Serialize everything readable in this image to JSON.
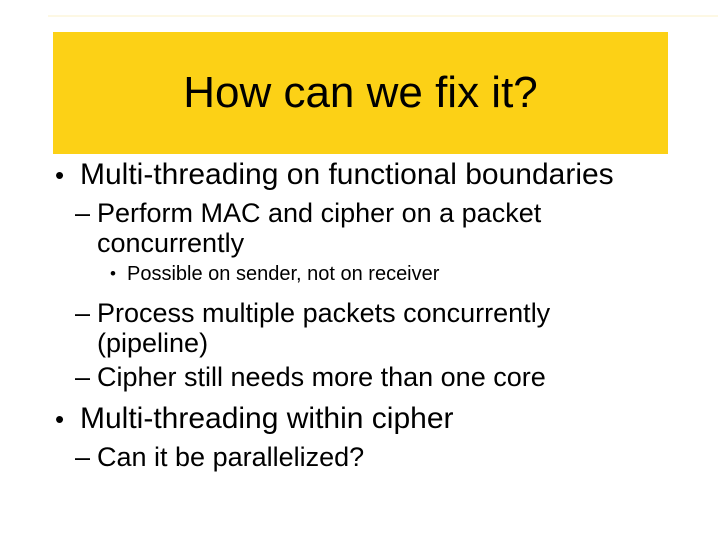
{
  "colors": {
    "background": "#ffffff",
    "banner_bg": "#fcd116",
    "text": "#000000"
  },
  "slide": {
    "title": "How can we fix it?",
    "bullets": [
      {
        "marker": "•",
        "text": "Multi-threading on functional boundaries"
      },
      {
        "marker": "–",
        "text": "Perform MAC and cipher on a packet concurrently"
      },
      {
        "marker": "•",
        "text": "Possible on sender, not on receiver"
      },
      {
        "marker": "–",
        "text": "Process multiple packets concurrently (pipeline)"
      },
      {
        "marker": "–",
        "text": "Cipher still needs more than one core"
      },
      {
        "marker": "•",
        "text": "Multi-threading within cipher"
      },
      {
        "marker": "–",
        "text": "Can it be parallelized?"
      }
    ]
  }
}
